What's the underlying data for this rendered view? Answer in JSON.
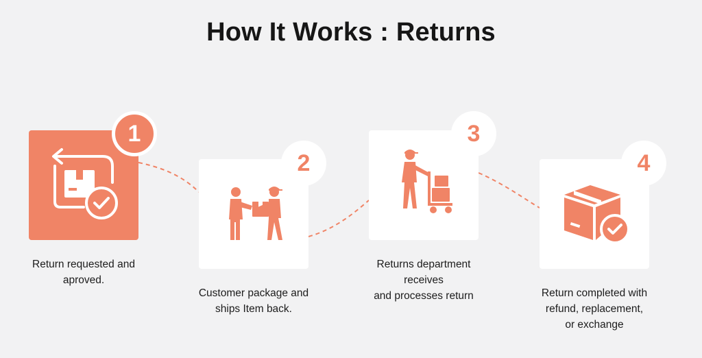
{
  "title": "How It Works : Returns",
  "accent_color": "#f08466",
  "steps": [
    {
      "number": "1",
      "icon": "return-box-check-icon",
      "caption": [
        "Return requested and",
        "aproved."
      ]
    },
    {
      "number": "2",
      "icon": "package-handover-icon",
      "caption": [
        "Customer package and",
        "ships Item back."
      ]
    },
    {
      "number": "3",
      "icon": "delivery-trolley-icon",
      "caption": [
        "Returns department",
        "receives",
        "and processes return"
      ]
    },
    {
      "number": "4",
      "icon": "box-check-icon",
      "caption": [
        "Return completed with",
        "refund, replacement,",
        "or exchange"
      ]
    }
  ]
}
